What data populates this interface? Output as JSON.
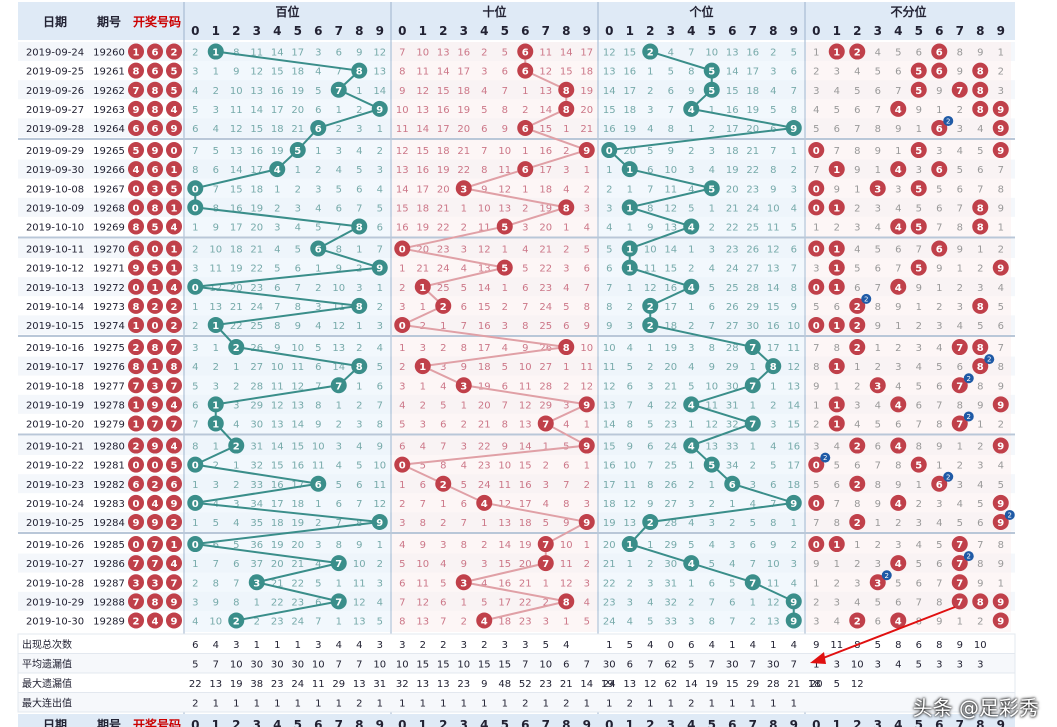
{
  "chart_data": {
    "type": "table",
    "headers": {
      "date": "日期",
      "issue": "期号",
      "winning_numbers": "开奖号码",
      "groups": [
        "百位",
        "十位",
        "个位",
        "不分位"
      ]
    },
    "digits": [
      "0",
      "1",
      "2",
      "3",
      "4",
      "5",
      "6",
      "7",
      "8",
      "9"
    ],
    "rows": [
      {
        "date": "2019-09-24",
        "issue": "19260",
        "numbers": [
          1,
          6,
          2
        ]
      },
      {
        "date": "2019-09-25",
        "issue": "19261",
        "numbers": [
          8,
          6,
          5
        ]
      },
      {
        "date": "2019-09-26",
        "issue": "19262",
        "numbers": [
          7,
          8,
          5
        ]
      },
      {
        "date": "2019-09-27",
        "issue": "19263",
        "numbers": [
          9,
          8,
          4
        ]
      },
      {
        "date": "2019-09-28",
        "issue": "19264",
        "numbers": [
          6,
          6,
          9
        ]
      },
      {
        "date": "2019-09-29",
        "issue": "19265",
        "numbers": [
          5,
          9,
          0
        ]
      },
      {
        "date": "2019-09-30",
        "issue": "19266",
        "numbers": [
          4,
          6,
          1
        ]
      },
      {
        "date": "2019-10-08",
        "issue": "19267",
        "numbers": [
          0,
          3,
          5
        ]
      },
      {
        "date": "2019-10-09",
        "issue": "19268",
        "numbers": [
          0,
          8,
          1
        ]
      },
      {
        "date": "2019-10-10",
        "issue": "19269",
        "numbers": [
          8,
          5,
          4
        ]
      },
      {
        "date": "2019-10-11",
        "issue": "19270",
        "numbers": [
          6,
          0,
          1
        ]
      },
      {
        "date": "2019-10-12",
        "issue": "19271",
        "numbers": [
          9,
          5,
          1
        ]
      },
      {
        "date": "2019-10-13",
        "issue": "19272",
        "numbers": [
          0,
          1,
          4
        ]
      },
      {
        "date": "2019-10-14",
        "issue": "19273",
        "numbers": [
          8,
          2,
          2
        ]
      },
      {
        "date": "2019-10-15",
        "issue": "19274",
        "numbers": [
          1,
          0,
          2
        ]
      },
      {
        "date": "2019-10-16",
        "issue": "19275",
        "numbers": [
          2,
          8,
          7
        ]
      },
      {
        "date": "2019-10-17",
        "issue": "19276",
        "numbers": [
          8,
          1,
          8
        ]
      },
      {
        "date": "2019-10-18",
        "issue": "19277",
        "numbers": [
          7,
          3,
          7
        ]
      },
      {
        "date": "2019-10-19",
        "issue": "19278",
        "numbers": [
          1,
          9,
          4
        ]
      },
      {
        "date": "2019-10-20",
        "issue": "19279",
        "numbers": [
          1,
          7,
          7
        ]
      },
      {
        "date": "2019-10-21",
        "issue": "19280",
        "numbers": [
          2,
          9,
          4
        ]
      },
      {
        "date": "2019-10-22",
        "issue": "19281",
        "numbers": [
          0,
          0,
          5
        ]
      },
      {
        "date": "2019-10-23",
        "issue": "19282",
        "numbers": [
          6,
          2,
          6
        ]
      },
      {
        "date": "2019-10-24",
        "issue": "19283",
        "numbers": [
          0,
          4,
          9
        ]
      },
      {
        "date": "2019-10-25",
        "issue": "19284",
        "numbers": [
          9,
          9,
          2
        ]
      },
      {
        "date": "2019-10-26",
        "issue": "19285",
        "numbers": [
          0,
          7,
          1
        ]
      },
      {
        "date": "2019-10-27",
        "issue": "19286",
        "numbers": [
          7,
          7,
          4
        ]
      },
      {
        "date": "2019-10-28",
        "issue": "19287",
        "numbers": [
          3,
          3,
          7
        ]
      },
      {
        "date": "2019-10-29",
        "issue": "19288",
        "numbers": [
          7,
          8,
          9
        ]
      },
      {
        "date": "2019-10-30",
        "issue": "19289",
        "numbers": [
          2,
          4,
          9
        ]
      }
    ],
    "stats": [
      {
        "label": "出现总次数",
        "values": [
          [
            6,
            4,
            3,
            1,
            1,
            1,
            3,
            4,
            4,
            3
          ],
          [
            3,
            2,
            2,
            3,
            2,
            3,
            3,
            5,
            4
          ],
          [
            1,
            5,
            4,
            0,
            6,
            4,
            1,
            4,
            1,
            4
          ],
          [
            9,
            11,
            8,
            5,
            8,
            6,
            8,
            9,
            10
          ]
        ]
      },
      {
        "label": "平均遗漏值",
        "values": [
          [
            5,
            7,
            10,
            30,
            30,
            30,
            10,
            7,
            7,
            10
          ],
          [
            10,
            15,
            15,
            10,
            15,
            15,
            7,
            10,
            6,
            7
          ],
          [
            30,
            6,
            7,
            62,
            5,
            7,
            30,
            7,
            30,
            7
          ],
          [
            1,
            3,
            10,
            3,
            4,
            5,
            3,
            3,
            3
          ]
        ]
      },
      {
        "label": "最大遗漏值",
        "values": [
          [
            22,
            13,
            19,
            38,
            23,
            24,
            11,
            29,
            13,
            31
          ],
          [
            32,
            13,
            13,
            23,
            9,
            48,
            52,
            23,
            21,
            14,
            19
          ],
          [
            24,
            13,
            12,
            62,
            14,
            19,
            15,
            29,
            28,
            21,
            18
          ],
          [
            20,
            5,
            12
          ]
        ]
      },
      {
        "label": "最大连出值",
        "values": [
          [
            2,
            1,
            1,
            1,
            1,
            1,
            1,
            1,
            2,
            1
          ],
          [
            1,
            1,
            1,
            1,
            1,
            1,
            2,
            1,
            2,
            1
          ],
          [
            1,
            2,
            1,
            1,
            2,
            1,
            1,
            1,
            1,
            1
          ],
          []
        ]
      }
    ],
    "colors": {
      "hundreds": "#3a8e8a",
      "tens": "#c0404a",
      "units": "#3a8e8a",
      "combined": "#c0404a",
      "repeat_badge": "#1f5aa6"
    }
  },
  "watermark": "头条 @足彩秀"
}
